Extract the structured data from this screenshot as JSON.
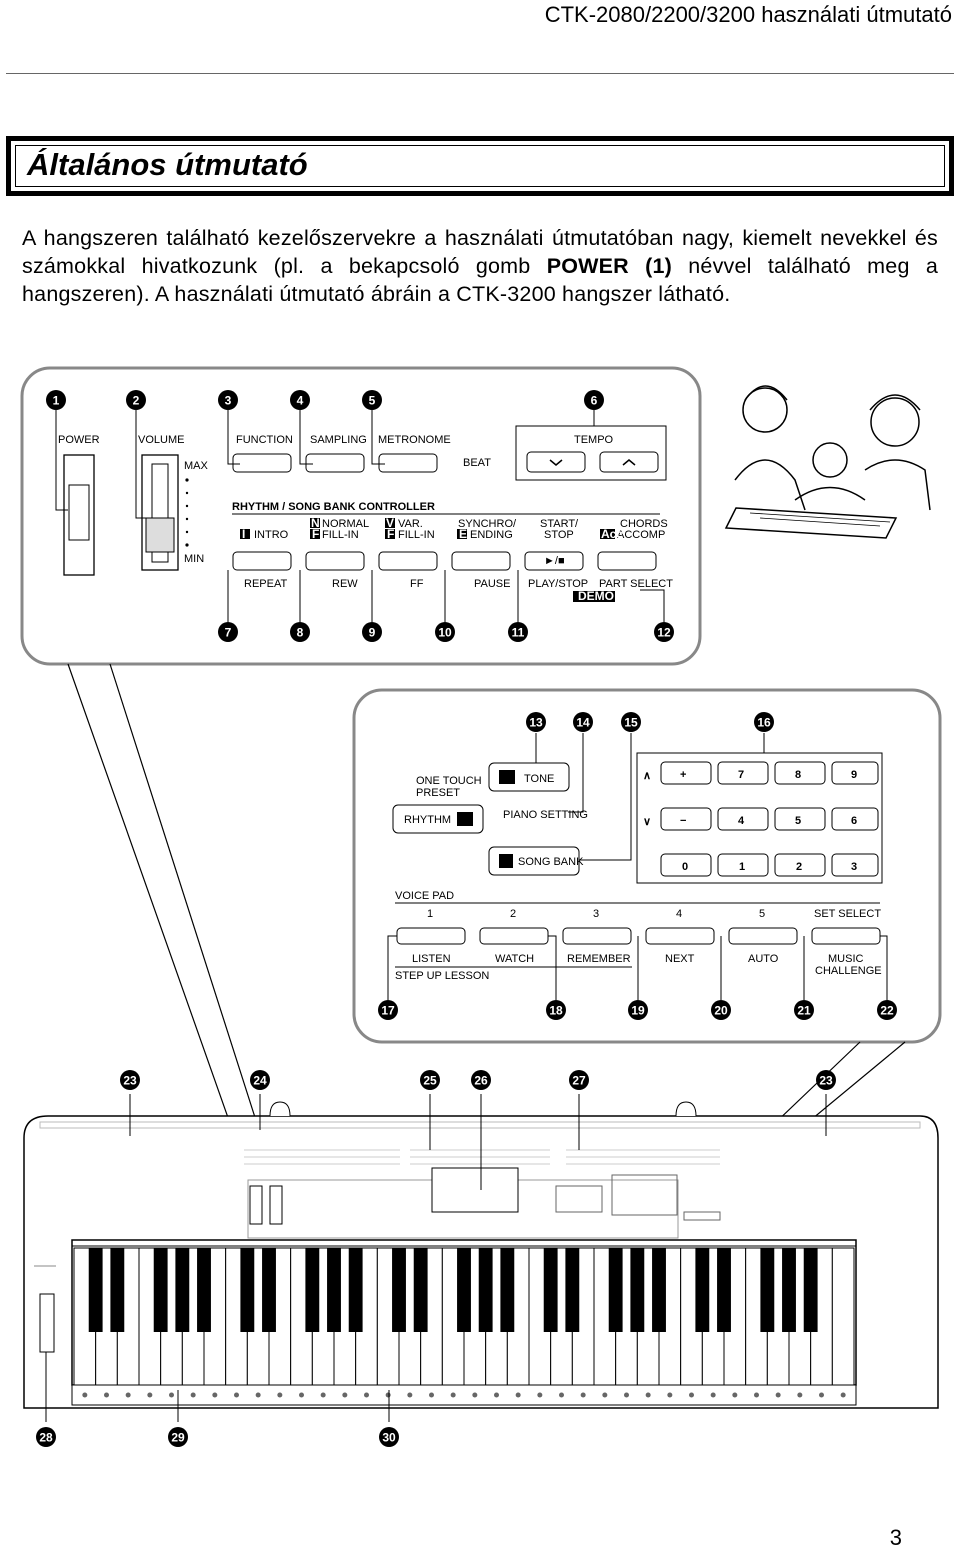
{
  "running_header": "CTK-2080/2200/3200 használati útmutató",
  "section_title": "Általános útmutató",
  "intro": {
    "text_1": "A hangszeren található kezelőszervekre a használati útmutatóban nagy, kiemelt nevekkel és számokkal hivatkozunk (pl. a bekapcsoló gomb ",
    "bold": "POWER (1)",
    "text_2": " névvel található meg a hangszeren). A használati útmutató ábráin a CTK-3200 hangszer látható."
  },
  "page_number": "3",
  "panel1": {
    "labels": {
      "power": "POWER",
      "volume": "VOLUME",
      "max": "MAX",
      "min": "MIN",
      "function": "FUNCTION",
      "sampling": "SAMPLING",
      "metronome": "METRONOME",
      "beat": "BEAT",
      "tempo": "TEMPO",
      "rhythm_controller": "RHYTHM / SONG BANK CONTROLLER",
      "intro": "INTRO",
      "normal_line1": "NORMAL",
      "normal_line2": "FILL-IN",
      "var_line1": "VAR.",
      "var_line2": "FILL-IN",
      "synchro_line1": "SYNCHRO/",
      "synchro_line2": "ENDING",
      "start_line1": "START/",
      "start_line2": "STOP",
      "chords": "CHORDS",
      "accomp": "ACCOMP",
      "repeat": "REPEAT",
      "rew": "REW",
      "ff": "FF",
      "pause": "PAUSE",
      "play_stop": "PLAY/STOP",
      "part_select": "PART SELECT",
      "demo": "DEMO",
      "play_glyph": "►/■",
      "key_i": "I",
      "key_n": "N",
      "key_f1": "F",
      "key_v": "V",
      "key_f2": "F",
      "key_e": "E",
      "key_acc": "Acc"
    }
  },
  "panel2": {
    "labels": {
      "one_touch_line1": "ONE TOUCH",
      "one_touch_line2": "PRESET",
      "tone": "TONE",
      "rhythm": "RHYTHM",
      "piano_setting": "PIANO SETTING",
      "song_bank": "SONG BANK",
      "voice_pad": "VOICE PAD",
      "set_select": "SET SELECT",
      "pad_numbers": [
        "1",
        "2",
        "3",
        "4",
        "5"
      ],
      "lesson_buttons": [
        "LISTEN",
        "WATCH",
        "REMEMBER",
        "NEXT",
        "AUTO"
      ],
      "music_line1": "MUSIC",
      "music_line2": "CHALLENGE",
      "step_up": "STEP UP LESSON",
      "up_arrow": "∧",
      "down_arrow": "∨",
      "keypad": [
        "+",
        "7",
        "8",
        "9",
        "−",
        "4",
        "5",
        "6",
        "0",
        "1",
        "2",
        "3"
      ]
    }
  },
  "callouts": [
    "1",
    "2",
    "3",
    "4",
    "5",
    "6",
    "7",
    "8",
    "9",
    "10",
    "11",
    "12",
    "13",
    "14",
    "15",
    "16",
    "17",
    "18",
    "19",
    "20",
    "21",
    "22",
    "23",
    "24",
    "25",
    "26",
    "27",
    "23",
    "28",
    "29",
    "30"
  ]
}
